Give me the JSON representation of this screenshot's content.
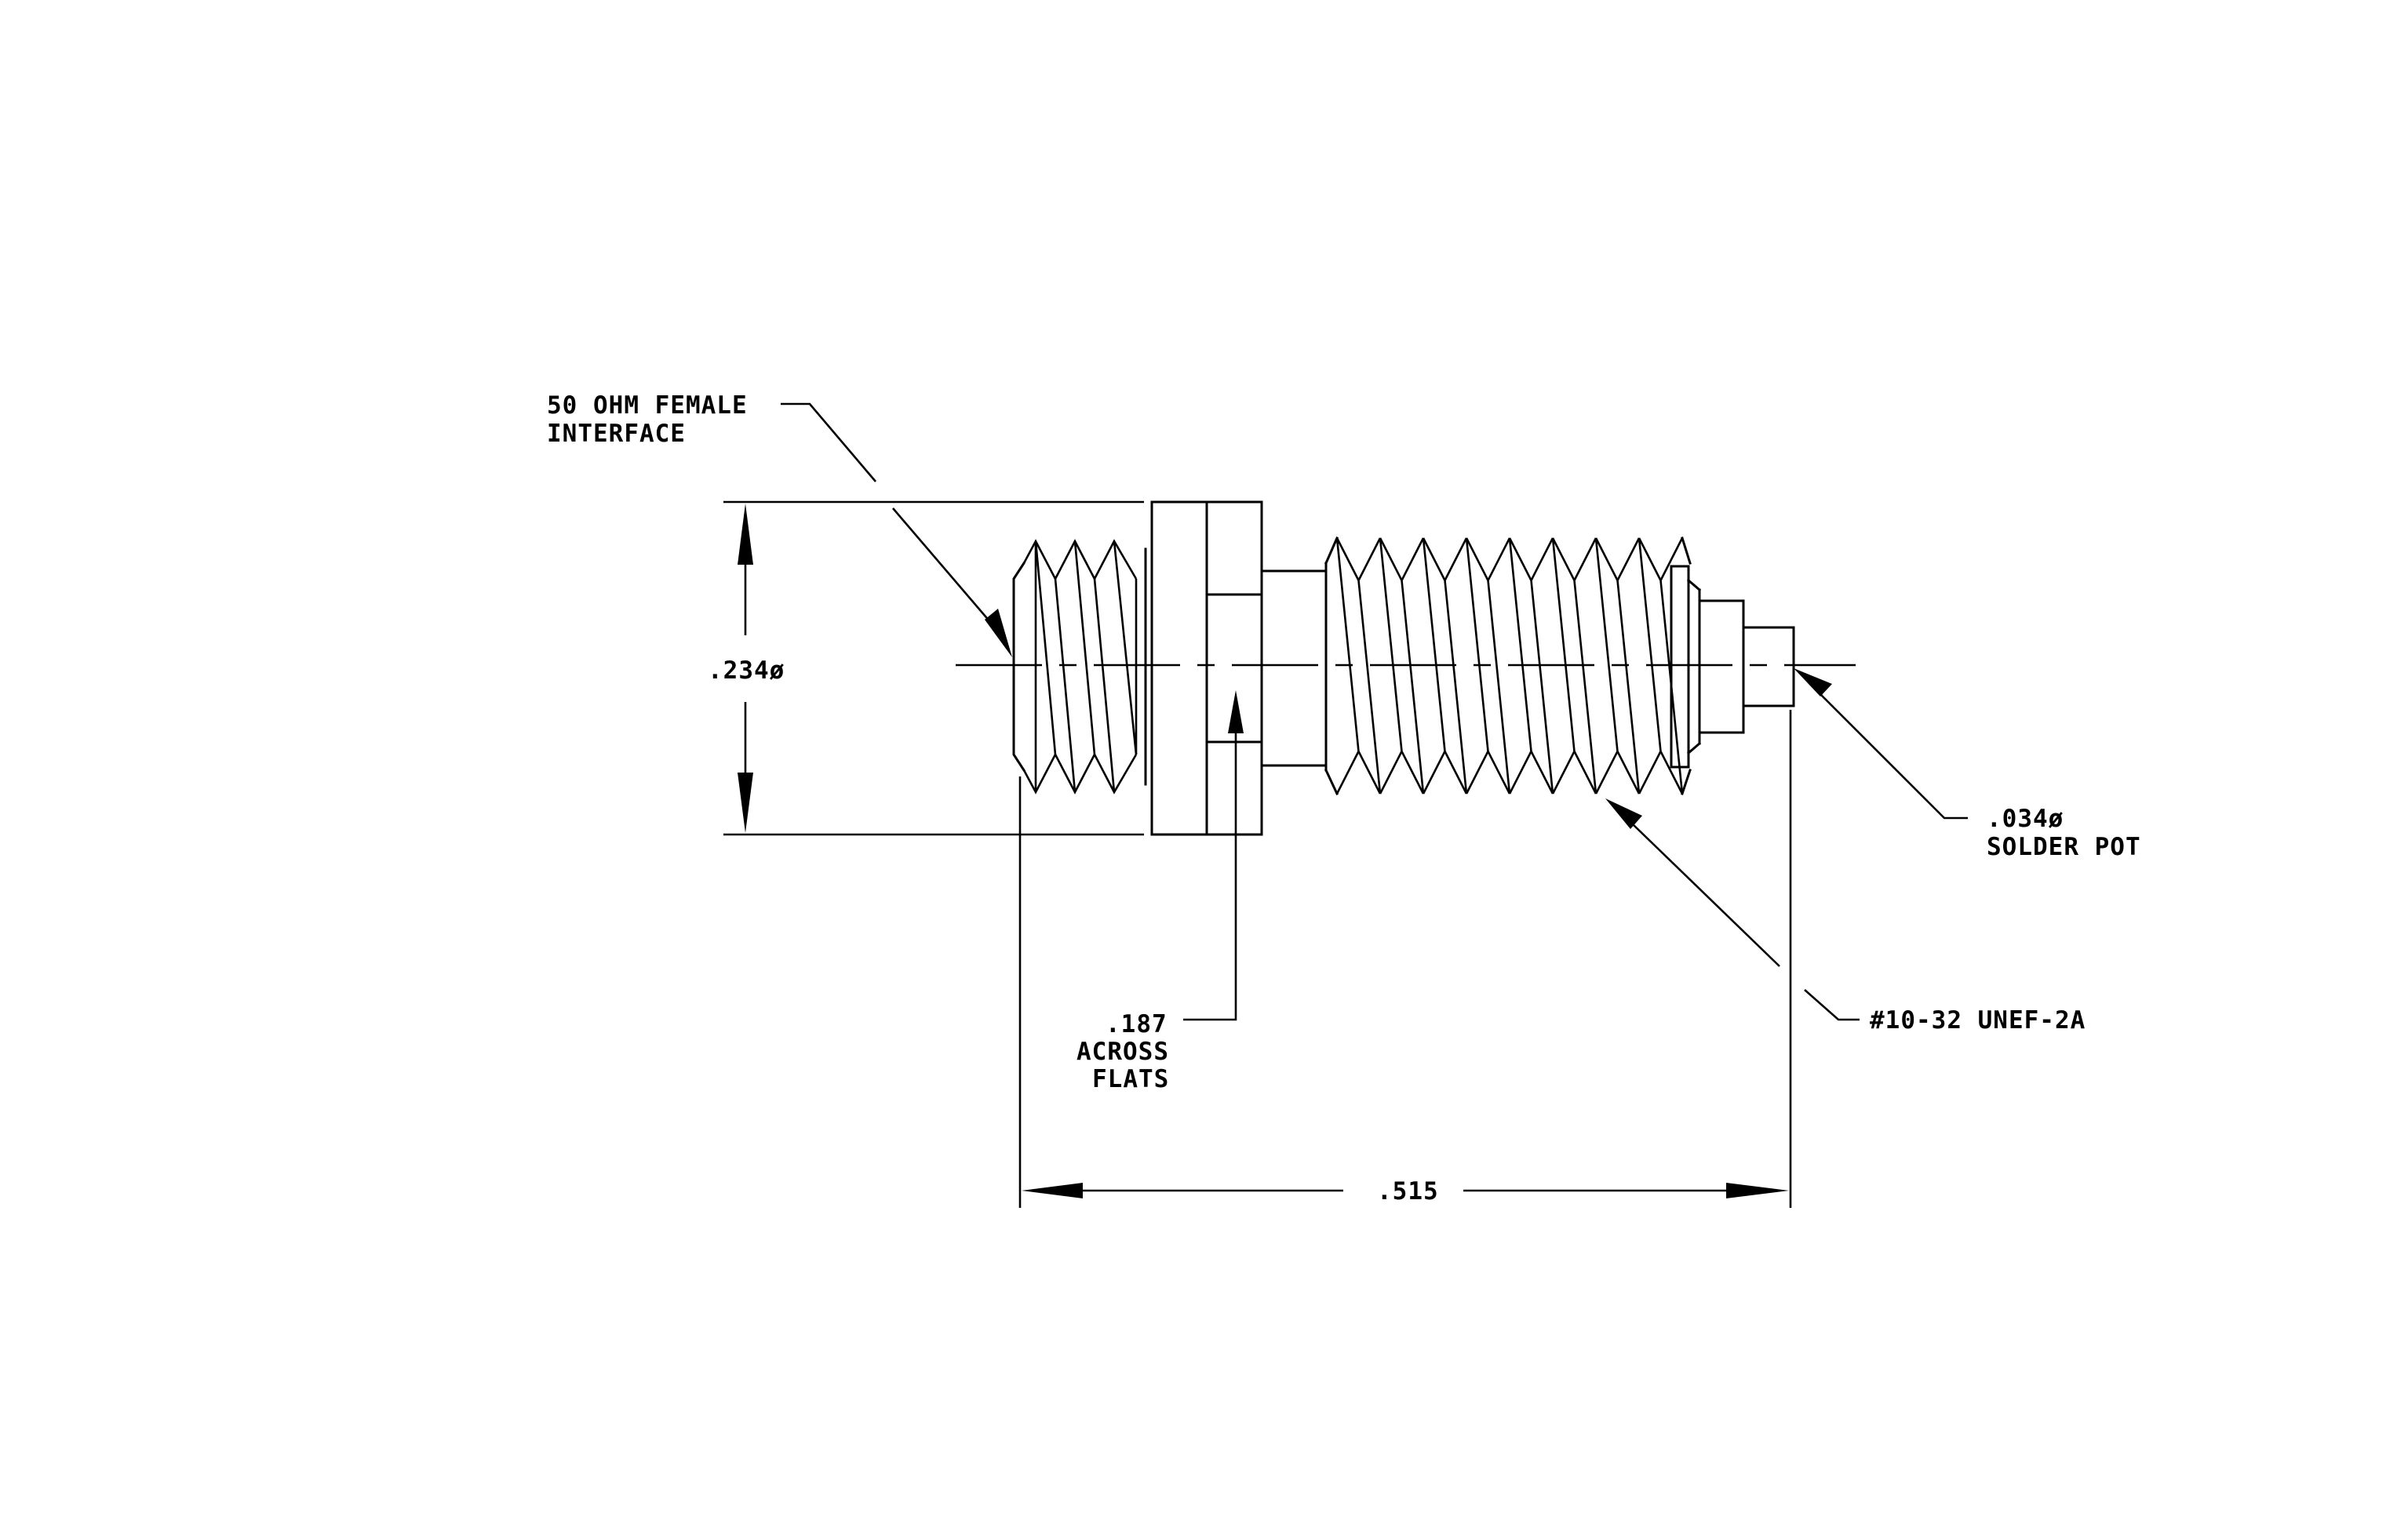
{
  "labels": {
    "interface_line1": "50 OHM FEMALE",
    "interface_line2": "INTERFACE",
    "diameter_overall": ".234ø",
    "flats_line1": ".187",
    "flats_line2": "ACROSS",
    "flats_line3": "FLATS",
    "solder_pot_line1": ".034ø",
    "solder_pot_line2": "SOLDER POT",
    "thread_spec": "#10-32 UNEF-2A",
    "overall_length": ".515"
  },
  "colors": {
    "line": "#000000",
    "background": "#ffffff"
  }
}
